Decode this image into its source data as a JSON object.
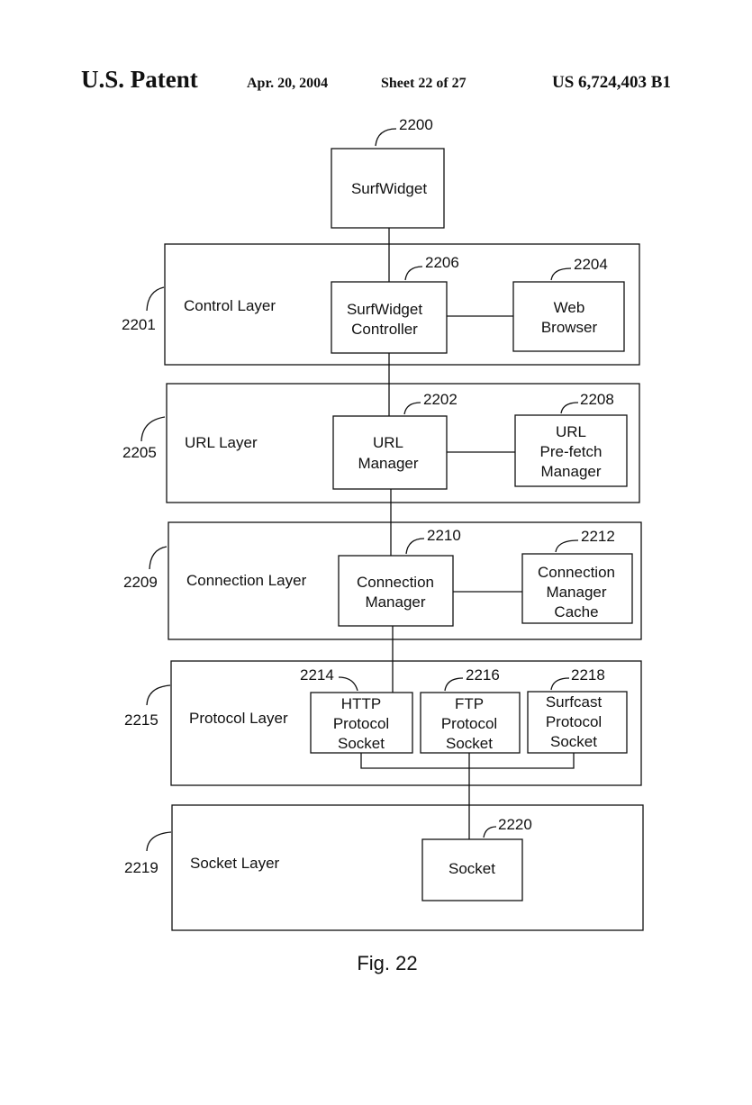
{
  "header": {
    "left": "U.S. Patent",
    "date": "Apr. 20, 2004",
    "sheet": "Sheet 22 of 27",
    "number": "US 6,724,403 B1"
  },
  "figure": {
    "caption": "Fig. 22",
    "top_box": {
      "ref": "2200",
      "lines": [
        "SurfWidget"
      ]
    },
    "layers": [
      {
        "id": "control",
        "ref": "2201",
        "label": "Control Layer"
      },
      {
        "id": "url",
        "ref": "2205",
        "label": "URL Layer"
      },
      {
        "id": "connection",
        "ref": "2209",
        "label": "Connection Layer"
      },
      {
        "id": "protocol",
        "ref": "2215",
        "label": "Protocol Layer"
      },
      {
        "id": "socket",
        "ref": "2219",
        "label": "Socket Layer"
      }
    ],
    "components": {
      "surfwidget_controller": {
        "ref": "2206",
        "lines": [
          "SurfWidget",
          "Controller"
        ]
      },
      "web_browser": {
        "ref": "2204",
        "lines": [
          "Web",
          "Browser"
        ]
      },
      "url_manager": {
        "ref": "2202",
        "lines": [
          "URL",
          "Manager"
        ]
      },
      "url_prefetch_manager": {
        "ref": "2208",
        "lines": [
          "URL",
          "Pre-fetch",
          "Manager"
        ]
      },
      "connection_manager": {
        "ref": "2210",
        "lines": [
          "Connection",
          "Manager"
        ]
      },
      "connection_manager_cache": {
        "ref": "2212",
        "lines": [
          "Connection",
          "Manager",
          "Cache"
        ]
      },
      "http_protocol_socket": {
        "ref": "2214",
        "lines": [
          "HTTP",
          "Protocol",
          "Socket"
        ]
      },
      "ftp_protocol_socket": {
        "ref": "2216",
        "lines": [
          "FTP",
          "Protocol",
          "Socket"
        ]
      },
      "surfcast_protocol_socket": {
        "ref": "2218",
        "lines": [
          "Surfcast",
          "Protocol",
          "Socket"
        ]
      },
      "socket": {
        "ref": "2220",
        "lines": [
          "Socket"
        ]
      }
    }
  }
}
